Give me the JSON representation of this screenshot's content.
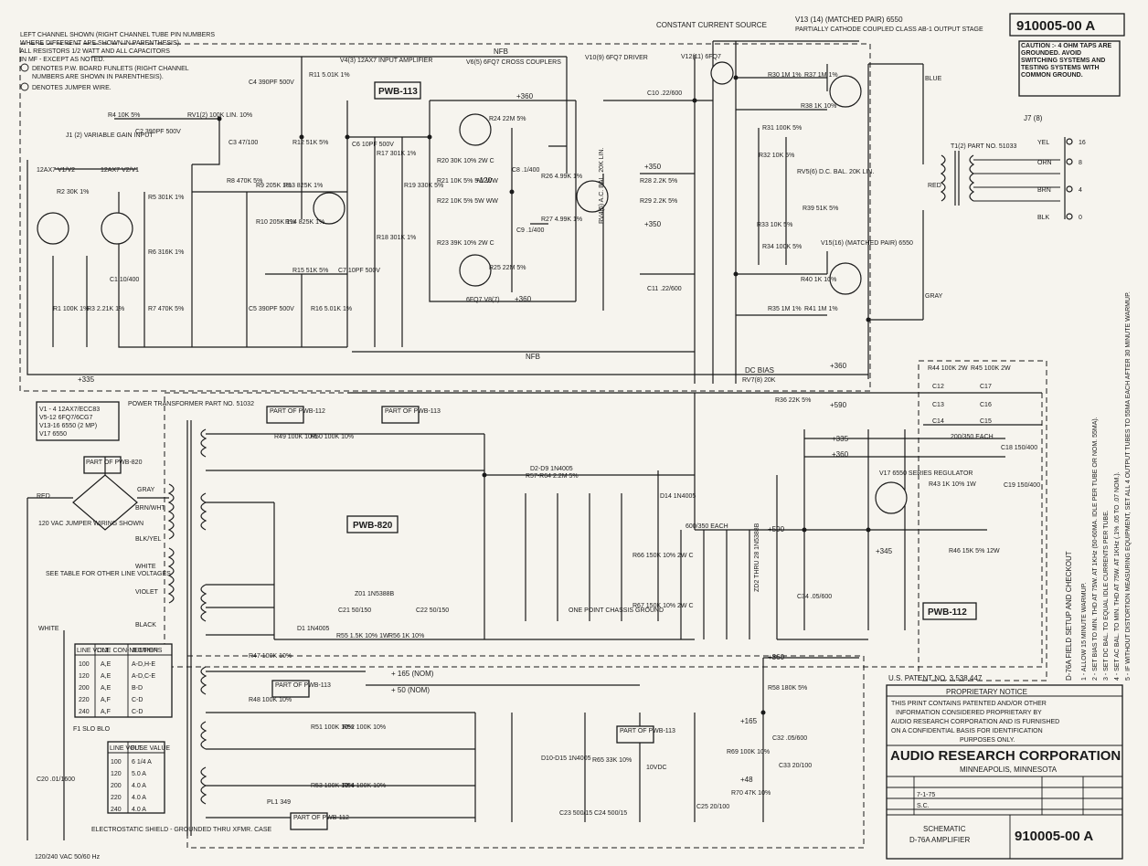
{
  "notes_block": {
    "line1": "LEFT CHANNEL SHOWN (RIGHT CHANNEL TUBE PIN NUMBERS",
    "line2": "WHERE DIFFERENT ARE SHOWN IN PARENTHESIS).",
    "line3": "ALL RESISTORS 1/2 WATT AND ALL CAPACITORS",
    "line4": "IN MF - EXCEPT AS NOTED.",
    "line5": "DENOTES P.W. BOARD FUNLETS (RIGHT CHANNEL",
    "line6": "NUMBERS ARE SHOWN IN PARENTHESIS).",
    "line7": "DENOTES JUMPER WIRE."
  },
  "title_top": {
    "doc_number": "910005-00 A",
    "constant_current": "CONSTANT CURRENT SOURCE",
    "v13": "V13 (14) (MATCHED PAIR) 6550",
    "output_stage": "PARTIALLY CATHODE COUPLED CLASS AB-1 OUTPUT STAGE",
    "caution": "CAUTION :- 4 OHM TAPS ARE GROUNDED. AVOID SWITCHING SYSTEMS AND TESTING SYSTEMS WITH COMMON GROUND."
  },
  "boards": {
    "pwb113": "PWB-113",
    "pwb820": "PWB-820",
    "pwb112": "PWB-112",
    "part_pwb112": "PART OF PWB-112",
    "part_pwb113": "PART OF PWB-113",
    "part_pwb820": "PART OF PWB-820"
  },
  "tubes": {
    "v1": "12AX7 V1/V2",
    "v2": "12AX7 V2/V1",
    "v4": "V4(3) 12AX7 INPUT AMPLIFIER",
    "v6": "V6(5) 6FQ7 CROSS COUPLERS",
    "v10": "V10(9) 6FQ7 DRIVER",
    "v12": "V12(11) 6FQ7",
    "v7": "6FQ7 V8(7)",
    "v15": "V15(16) (MATCHED PAIR) 6550",
    "v17": "V17 6550 SERIES REGULATOR"
  },
  "components": {
    "r4": "R4 10K 5%",
    "c2": "C2 390PF 500V",
    "rv1": "RV1(2) 100K LIN. 10%",
    "j1": "J1 (2) VARIABLE GAIN INPUT",
    "c4": "C4 390PF 500V",
    "r11": "R11 5.01K 1%",
    "r12": "R12 51K 5%",
    "c6": "C6 10PF 500V",
    "c3": "C3 47/100",
    "r8": "R8 470K 5%",
    "r9": "R9 205K 1%",
    "r13": "R13 825K 1%",
    "r10": "R10 205K 1%",
    "r14": "R14 825K 1%",
    "r2": "R2 30K 1%",
    "r5": "R5 301K 1%",
    "r6": "R6 316K 1%",
    "c1": "C1 10/400",
    "r1": "R1 100K 1%",
    "r3": "R3 2.21K 1%",
    "r7": "R7 470K 5%",
    "r15": "R15 51K 5%",
    "c7": "C7 10PF 500V",
    "c5": "C5 390PF 500V",
    "r16": "R16 5.01K 1%",
    "r17": "R17 301K 1%",
    "r19": "R19 330K 5%",
    "r18": "R18 301K 1%",
    "r24": "R24 22M 5%",
    "r20": "R20 30K 10% 2W C",
    "r21": "R21 10K 5% 5W WW",
    "r22": "R22 10K 5% 5W WW",
    "r23": "R23 39K 10% 2W C",
    "c8": "C8 .1/400",
    "c9": "C9 .1/400",
    "r26": "R26 4.99K 1%",
    "r27": "R27 4.99K 1%",
    "r25": "R25 22M 5%",
    "c10": "C10 .22/600",
    "c11": "C11 .22/600",
    "r28": "R28 2.2K 5%",
    "r29": "R29 2.2K 5%",
    "rv4": "RV4(5) A.C. BAL. 20K LIN.",
    "r30": "R30 1M 1%",
    "r37": "R37 1M 1%",
    "r38": "R38 1K 10%",
    "r31": "R31 100K 5%",
    "r32": "R32 10K 5%",
    "rv5": "RV5(6) D.C. BAL. 20K LIN.",
    "r39": "R39 51K 5%",
    "r33": "R33 10K 5%",
    "r34": "R34 100K 5%",
    "r40": "R40 1K 10%",
    "r35": "R35 1M 1%",
    "r41": "R41 1M 1%",
    "rv7": "RV7(8) 20K",
    "r36": "R36 22K 5%",
    "t1": "T1(2) PART NO. 51033",
    "t3": "POWER TRANSFORMER PART NO. 51032",
    "r44": "R44 100K 2W",
    "r45": "R45 100K 2W",
    "c12": "C12",
    "c13": "C13",
    "c14": "C14",
    "c15": "C15",
    "c16": "C16",
    "c17": "C17",
    "c12_17": "200/350 EACH",
    "c18": "C18 150/400",
    "c19": "C19 150/400",
    "r43": "R43 1K 10% 1W",
    "r46": "R46 15K 5% 12W",
    "r49": "R49 100K 10%",
    "r50": "R50 100K 10%",
    "d2_d9": "D2-D9 1N4005",
    "r57_64": "R57-R64 2.2M 5%",
    "d14": "D14 1N4005",
    "c26_31": "600/350 EACH",
    "r66": "R66 150K 10% 2W C",
    "r67": "R67 150K 10% 2W C",
    "z01": "Z01 1N5388B",
    "c21": "C21 50/150",
    "c22": "C22 50/150",
    "d1": "D1 1N4005",
    "r55": "R55 1.5K 10% 1W",
    "r56": "R56 1K 10%",
    "c34": "C34 .05/600",
    "z02": "ZD2 THRU 28 1N5388B",
    "r47": "R47 100K 10%",
    "r48": "R48 100K 10%",
    "r51": "R51 100K 10%",
    "r52": "R52 100K 10%",
    "r53": "R53 100K 10%",
    "r54": "R54 100K 10%",
    "d10_15": "D10-D15 1N4005",
    "r65": "R65 33K 10%",
    "c23": "C23 500/15",
    "c24": "C24 500/15",
    "r58": "R58 180K 5%",
    "c32": "C32 .05/600",
    "r69": "R69 100K 10%",
    "c33": "C33 20/100",
    "r70": "R70 47K 10%",
    "c25": "C25 20/100",
    "f1": "F1 SLO BLO",
    "c20": "C20 .01/1600",
    "pl1": "PL1 349"
  },
  "voltages": {
    "v360": "+360",
    "v350": "+350",
    "v335": "+335",
    "v590": "+590",
    "v345": "+345",
    "v165": "+165",
    "v48": "+48",
    "v120": "+120",
    "v165nom": "+ 165 (NOM)",
    "v50nom": "+ 50 (NOM)",
    "nfb": "NFB",
    "dc_bias": "DC BIAS",
    "chassis_ground": "ONE POINT CHASSIS GROUND",
    "ten_vdc": "10VDC"
  },
  "output_taps": {
    "label": "J7 (8)",
    "taps": [
      {
        "color": "YEL",
        "ohms": "16"
      },
      {
        "color": "ORN",
        "ohms": "8"
      },
      {
        "color": "BRN",
        "ohms": "4"
      },
      {
        "color": "BLK",
        "ohms": "0"
      }
    ],
    "blue": "BLUE",
    "gray": "GRAY",
    "red": "RED"
  },
  "tube_table": {
    "rows": [
      "V1 - 4  12AX7/ECC83",
      "V5-12 6FQ7/6CG7",
      "V13-16 6550 (2 MP)",
      "V17   6550"
    ]
  },
  "primary": {
    "title": "120 VAC JUMPER WIRING SHOWN",
    "see_table": "SEE TABLE FOR OTHER LINE VOLTAGES",
    "wires": [
      "GRAY",
      "BRN/WHT",
      "BLK/YEL",
      "WHITE",
      "VIOLET",
      "BLACK",
      "RED",
      "WHITE"
    ],
    "mains": "120/240 VAC 50/60 Hz",
    "shield": "ELECTROSTATIC SHIELD - GROUNDED THRU XFMR. CASE"
  },
  "jumper_table": {
    "headers": [
      "LINE VOLT.",
      "LINE CON-NECTION",
      "JUMPERS"
    ],
    "rows": [
      [
        "100",
        "A,E",
        "A-D,H-E"
      ],
      [
        "120",
        "A,E",
        "A-D,C-E"
      ],
      [
        "200",
        "A,E",
        "B-D"
      ],
      [
        "220",
        "A,F",
        "C-D"
      ],
      [
        "240",
        "A,F",
        "C-D"
      ]
    ]
  },
  "fuse_table": {
    "headers": [
      "LINE VOLT.",
      "FUSE VALUE"
    ],
    "rows": [
      [
        "100",
        "6 1/4 A"
      ],
      [
        "120",
        "5.0 A"
      ],
      [
        "200",
        "4.0 A"
      ],
      [
        "220",
        "4.0 A"
      ],
      [
        "240",
        "4.0 A"
      ]
    ]
  },
  "setup_notes": {
    "title": "D-76A FIELD SETUP AND CHECKOUT",
    "n1": "1 - ALLOW 15 MINUTE WARMUP.",
    "n2": "2 - SET BIAS TO MIN. THD AT 75W. AT 1KHz (50-60MA. IDLE PER TUBE OR NOM. 55MA).",
    "n3": "3 - SET DC BAL. TO EQUAL IDLE CURRENTS PER TUBE.",
    "n4": "4 - SET AC BAL. TO MIN. THD AT 75W. AT 1KHz (.1% .05 TO .07 NOM.).",
    "n5": "5 - IF WITHOUT DISTORTION MEASURING EQUIPMENT, SET ALL 4 OUTPUT TUBES TO 55MA EACH AFTER 30 MINUTE WARMUP."
  },
  "title_block": {
    "patent": "U.S. PATENT NO. 3,538,447",
    "notice_title": "PROPRIETARY NOTICE",
    "notice_body1": "THIS PRINT CONTAINS PATENTED AND/OR OTHER",
    "notice_body2": "INFORMATION CONSIDERED PROPRIETARY BY",
    "notice_body3": "AUDIO RESEARCH CORPORATION AND IS FURNISHED",
    "notice_body4": "ON A CONFIDENTIAL BASIS FOR IDENTIFICATION",
    "notice_body5": "PURPOSES ONLY.",
    "company": "AUDIO RESEARCH CORPORATION",
    "city": "MINNEAPOLIS, MINNESOTA",
    "date": "7-1-75",
    "drawn": "S.C.",
    "schematic": "SCHEMATIC",
    "model": "D-76A AMPLIFIER",
    "doc_number": "910005-00 A"
  }
}
